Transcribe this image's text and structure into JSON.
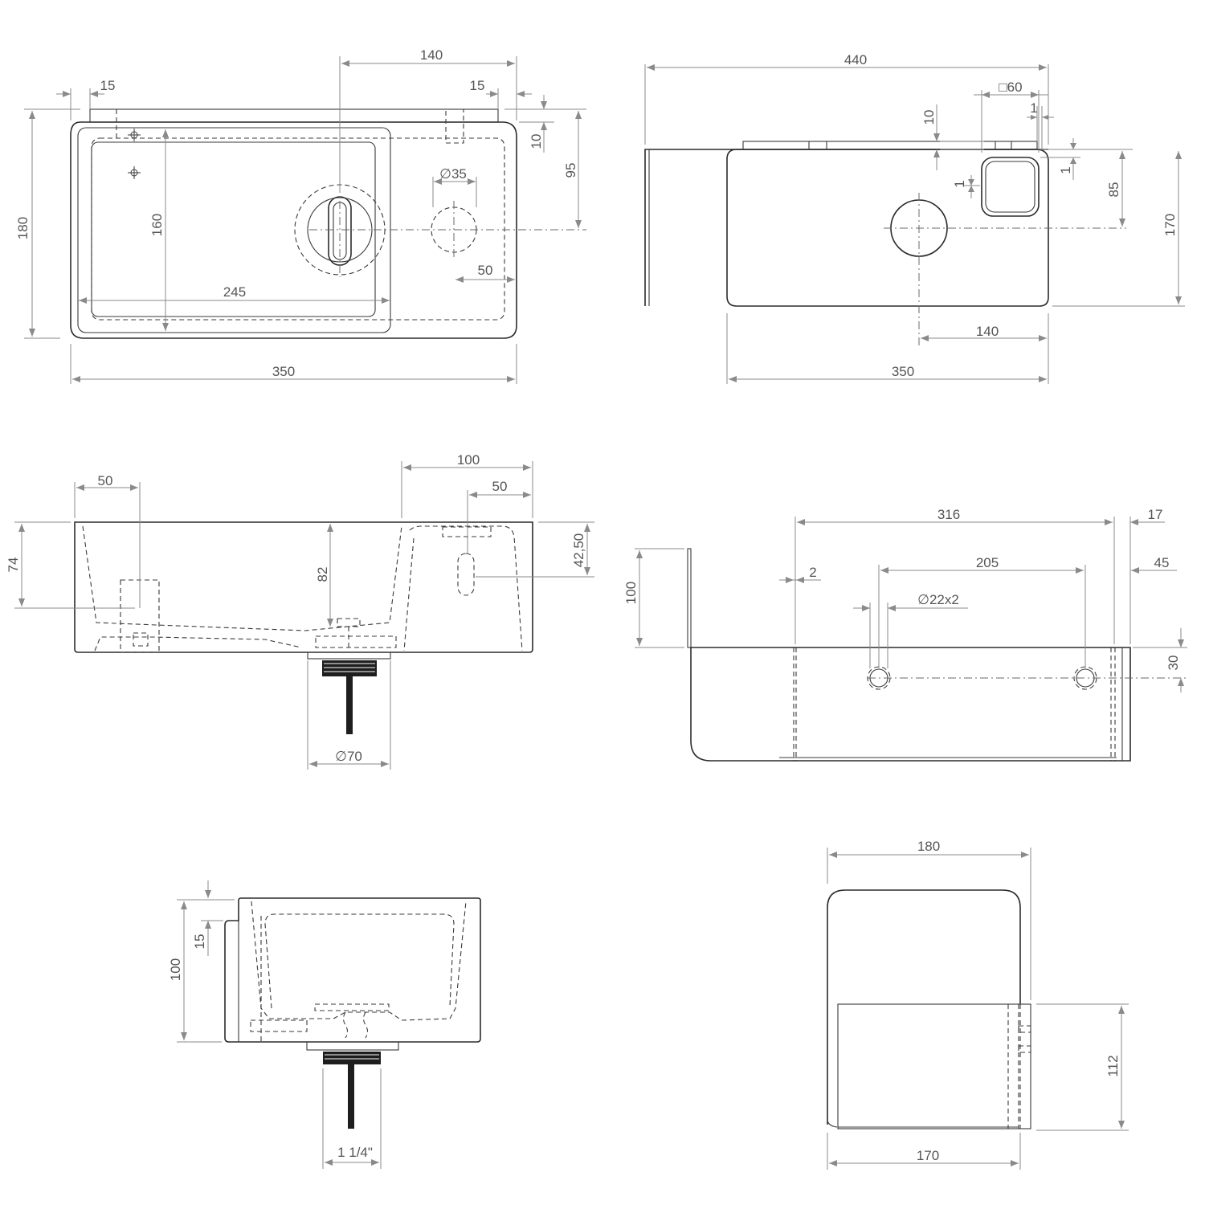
{
  "dimensions": {
    "top_view": {
      "d140": "140",
      "d15_left": "15",
      "d15_right": "15",
      "d10": "10",
      "d95": "95",
      "d180": "180",
      "d160": "160",
      "d35": "35",
      "d245": "245",
      "d50": "50",
      "d350": "350"
    },
    "top_right": {
      "d440": "440",
      "d60": "60",
      "d10": "10",
      "d1_top": "1",
      "d1_right": "1",
      "d1_left": "1",
      "d85": "85",
      "d170": "170",
      "d140": "140",
      "d350": "350"
    },
    "front_view": {
      "d100": "100",
      "d50_left": "50",
      "d50_right": "50",
      "d74": "74",
      "d82": "82",
      "d42_50": "42,50",
      "d70": "70"
    },
    "back_view": {
      "d316": "316",
      "d17": "17",
      "d2": "2",
      "d205": "205",
      "d45": "45",
      "d22x2": "22x2",
      "d100": "100",
      "d30": "30"
    },
    "side_view": {
      "d100": "100",
      "d15": "15",
      "d1_1_4": "1 1/4\""
    },
    "side_right": {
      "d180": "180",
      "d112": "112",
      "d170": "170"
    }
  },
  "symbols": {
    "diameter": "∅",
    "square": "□"
  },
  "colors": {
    "outline": "#2b2b2b",
    "dimension": "#8a8a8a",
    "label": "#555555",
    "drain": "#1e1e1e"
  }
}
